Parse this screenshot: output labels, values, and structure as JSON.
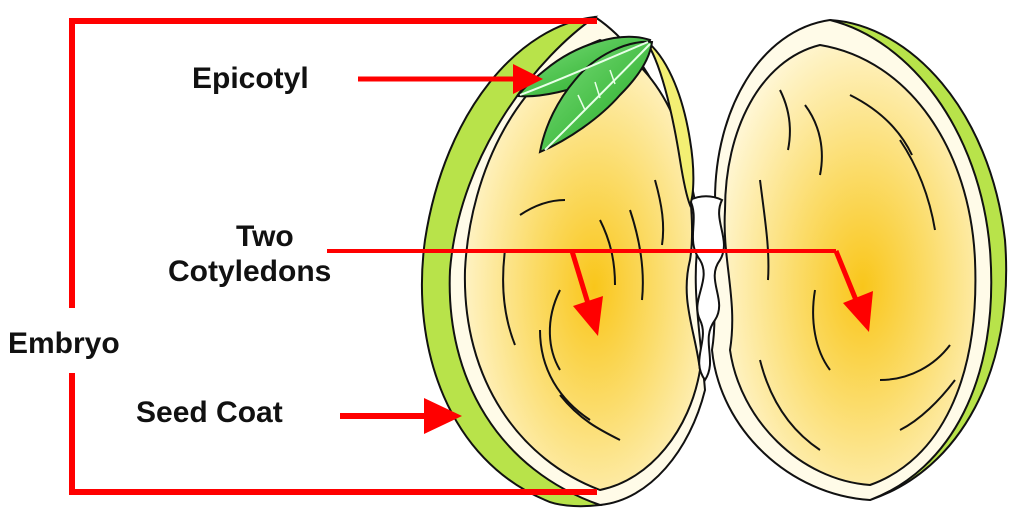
{
  "labels": {
    "epicotyl": "Epicotyl",
    "two_cotyledons_line1": "Two",
    "two_cotyledons_line2": "Cotyledons",
    "embryo": "Embryo",
    "seed_coat": "Seed Coat"
  },
  "colors": {
    "arrow": "#ff0000",
    "seed_coat": "#b8e34a",
    "cotyledon_center": "#f9c61a",
    "cotyledon_edge": "#fff8d8",
    "outline": "#111111",
    "leaf": "#2fbf2f"
  }
}
